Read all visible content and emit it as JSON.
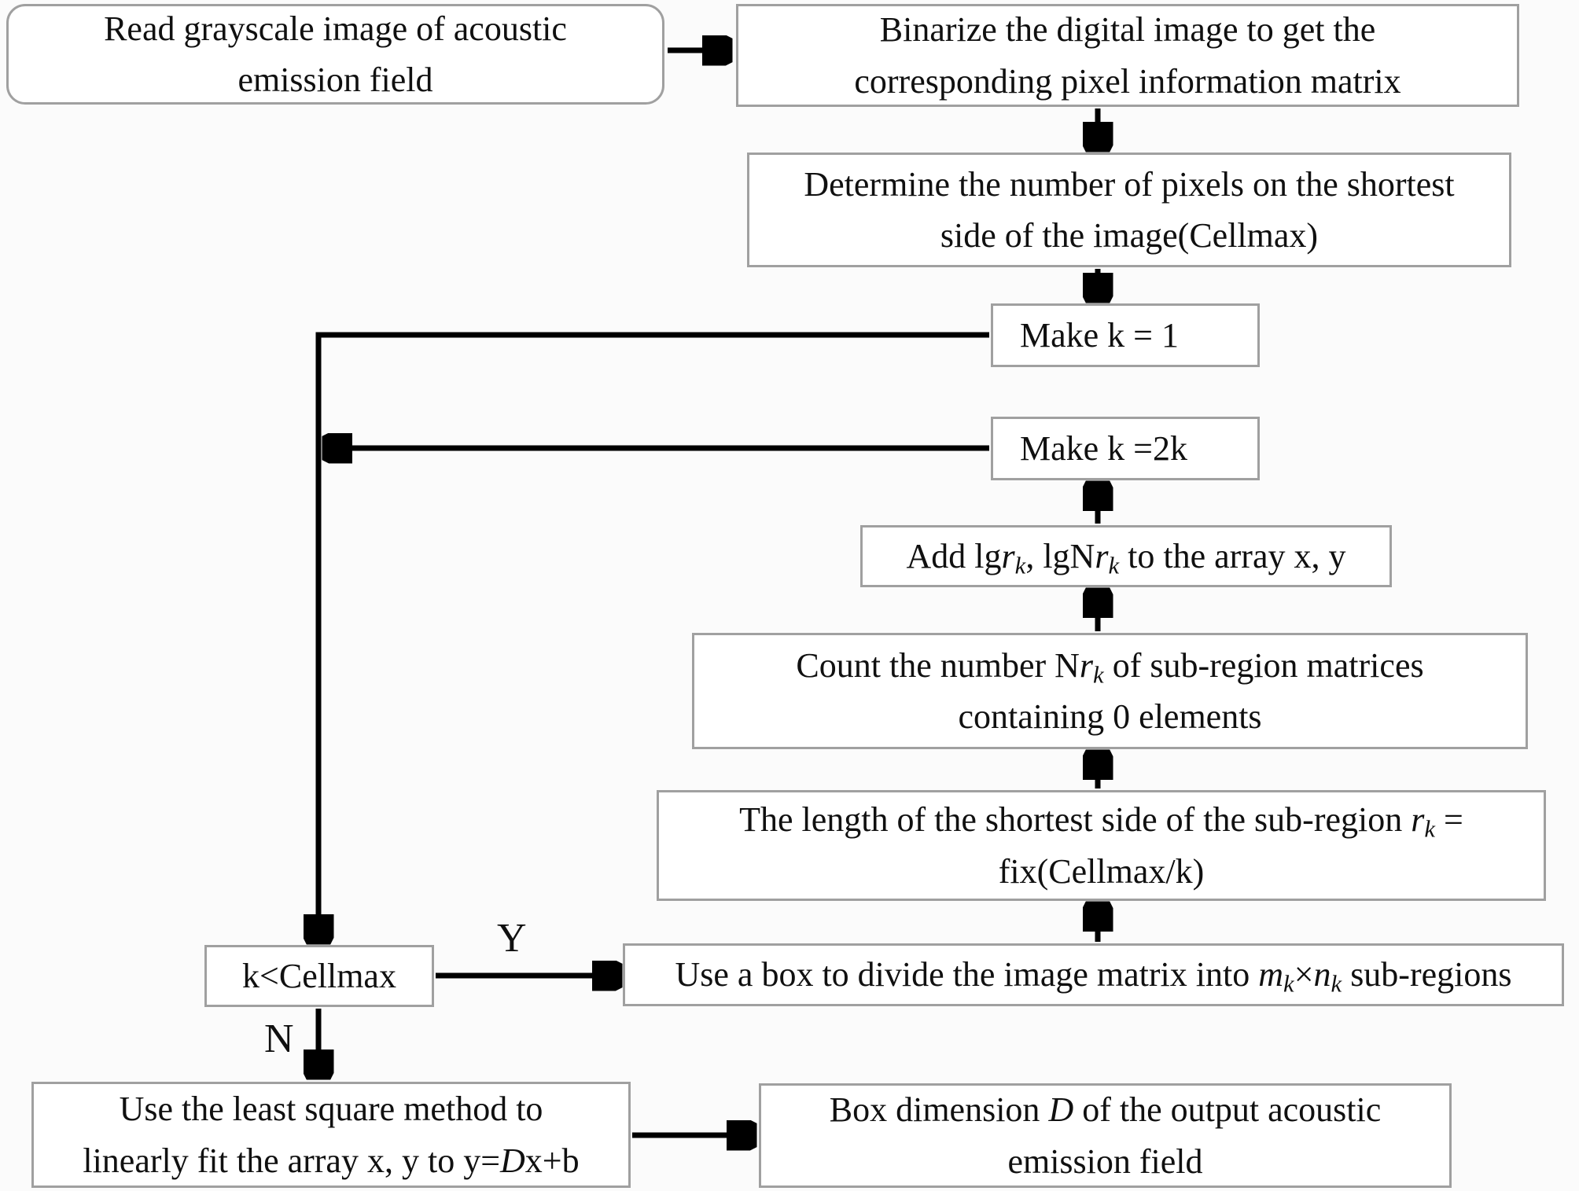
{
  "diagram": {
    "colors": {
      "background": "#fbfbfb",
      "box_background": "#ffffff",
      "box_border": "#a0a0a0",
      "arrow": "#000000",
      "text": "#101010"
    },
    "labels": {
      "yes": "Y",
      "no": "N"
    },
    "nodes": {
      "read_image": {
        "segments": [
          {
            "t": "Read grayscale image of acoustic"
          },
          {
            "br": true
          },
          {
            "t": "emission field"
          }
        ]
      },
      "binarize": {
        "segments": [
          {
            "t": "Binarize the digital image to get the"
          },
          {
            "br": true
          },
          {
            "t": "corresponding pixel information matrix"
          }
        ]
      },
      "cellmax": {
        "segments": [
          {
            "t": "Determine the number of pixels on the shortest"
          },
          {
            "br": true
          },
          {
            "t": "side of the image(Cellmax)"
          }
        ]
      },
      "make_k1": {
        "segments": [
          {
            "t": "Make k = 1"
          }
        ]
      },
      "make_k2k": {
        "segments": [
          {
            "t": "Make k =2k"
          }
        ]
      },
      "add_array": {
        "segments": [
          {
            "t": "Add lg"
          },
          {
            "t": "r",
            "s": "i"
          },
          {
            "t": "k",
            "s": "isub"
          },
          {
            "t": ", lgN"
          },
          {
            "t": "r",
            "s": "i"
          },
          {
            "t": "k",
            "s": "isub"
          },
          {
            "t": " to the array x, y"
          }
        ]
      },
      "count_zero": {
        "segments": [
          {
            "t": "Count the number N"
          },
          {
            "t": "r",
            "s": "i"
          },
          {
            "t": "k",
            "s": "isub"
          },
          {
            "t": " of sub-region matrices"
          },
          {
            "br": true
          },
          {
            "t": "containing 0 elements"
          }
        ]
      },
      "subregion_length": {
        "segments": [
          {
            "t": "The length of the shortest side of the sub-region "
          },
          {
            "t": "r",
            "s": "i"
          },
          {
            "t": "k",
            "s": "isub"
          },
          {
            "t": " ="
          },
          {
            "br": true
          },
          {
            "t": "fix(Cellmax/k)"
          }
        ]
      },
      "decision": {
        "segments": [
          {
            "t": "k<Cellmax"
          }
        ]
      },
      "divide": {
        "segments": [
          {
            "t": "Use a box to divide the image matrix into "
          },
          {
            "t": "m",
            "s": "i"
          },
          {
            "t": "k",
            "s": "isub"
          },
          {
            "t": "×"
          },
          {
            "t": "n",
            "s": "i"
          },
          {
            "t": "k",
            "s": "isub"
          },
          {
            "t": " sub-regions"
          }
        ]
      },
      "least_square": {
        "segments": [
          {
            "t": "Use the least square method to"
          },
          {
            "br": true
          },
          {
            "t": "linearly fit the array x, y to y="
          },
          {
            "t": "D",
            "s": "i"
          },
          {
            "t": "x+b"
          }
        ]
      },
      "output": {
        "segments": [
          {
            "t": "Box dimension "
          },
          {
            "t": "D",
            "s": "i"
          },
          {
            "t": " of the output acoustic"
          },
          {
            "br": true
          },
          {
            "t": "emission field"
          }
        ]
      }
    }
  }
}
